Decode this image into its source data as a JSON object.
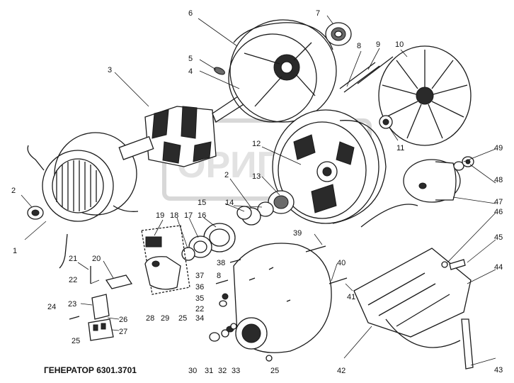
{
  "title": "ГЕНЕРАТОР 6301.3701",
  "watermark": "ОРИГ",
  "part_labels": [
    {
      "id": "l1",
      "text": "1"
    },
    {
      "id": "l2a",
      "text": "2"
    },
    {
      "id": "l2b",
      "text": "2"
    },
    {
      "id": "l3",
      "text": "3"
    },
    {
      "id": "l4",
      "text": "4"
    },
    {
      "id": "l5",
      "text": "5"
    },
    {
      "id": "l6",
      "text": "6"
    },
    {
      "id": "l7",
      "text": "7"
    },
    {
      "id": "l8a",
      "text": "8"
    },
    {
      "id": "l8b",
      "text": "8"
    },
    {
      "id": "l9",
      "text": "9"
    },
    {
      "id": "l10",
      "text": "10"
    },
    {
      "id": "l11",
      "text": "11"
    },
    {
      "id": "l12",
      "text": "12"
    },
    {
      "id": "l13",
      "text": "13"
    },
    {
      "id": "l14",
      "text": "14"
    },
    {
      "id": "l15",
      "text": "15"
    },
    {
      "id": "l16",
      "text": "16"
    },
    {
      "id": "l17",
      "text": "17"
    },
    {
      "id": "l18",
      "text": "18"
    },
    {
      "id": "l19",
      "text": "19"
    },
    {
      "id": "l20",
      "text": "20"
    },
    {
      "id": "l21",
      "text": "21"
    },
    {
      "id": "l22a",
      "text": "22"
    },
    {
      "id": "l22b",
      "text": "22"
    },
    {
      "id": "l23",
      "text": "23"
    },
    {
      "id": "l24",
      "text": "24"
    },
    {
      "id": "l25a",
      "text": "25"
    },
    {
      "id": "l25b",
      "text": "25"
    },
    {
      "id": "l25c",
      "text": "25"
    },
    {
      "id": "l26",
      "text": "26"
    },
    {
      "id": "l27",
      "text": "27"
    },
    {
      "id": "l28",
      "text": "28"
    },
    {
      "id": "l29",
      "text": "29"
    },
    {
      "id": "l30",
      "text": "30"
    },
    {
      "id": "l31",
      "text": "31"
    },
    {
      "id": "l32",
      "text": "32"
    },
    {
      "id": "l33",
      "text": "33"
    },
    {
      "id": "l34",
      "text": "34"
    },
    {
      "id": "l35",
      "text": "35"
    },
    {
      "id": "l36",
      "text": "36"
    },
    {
      "id": "l37",
      "text": "37"
    },
    {
      "id": "l38",
      "text": "38"
    },
    {
      "id": "l39",
      "text": "39"
    },
    {
      "id": "l40",
      "text": "40"
    },
    {
      "id": "l41",
      "text": "41"
    },
    {
      "id": "l42",
      "text": "42"
    },
    {
      "id": "l43",
      "text": "43"
    },
    {
      "id": "l44",
      "text": "44"
    },
    {
      "id": "l45",
      "text": "45"
    },
    {
      "id": "l46",
      "text": "46"
    },
    {
      "id": "l47",
      "text": "47"
    },
    {
      "id": "l48",
      "text": "48"
    },
    {
      "id": "l49",
      "text": "49"
    }
  ]
}
